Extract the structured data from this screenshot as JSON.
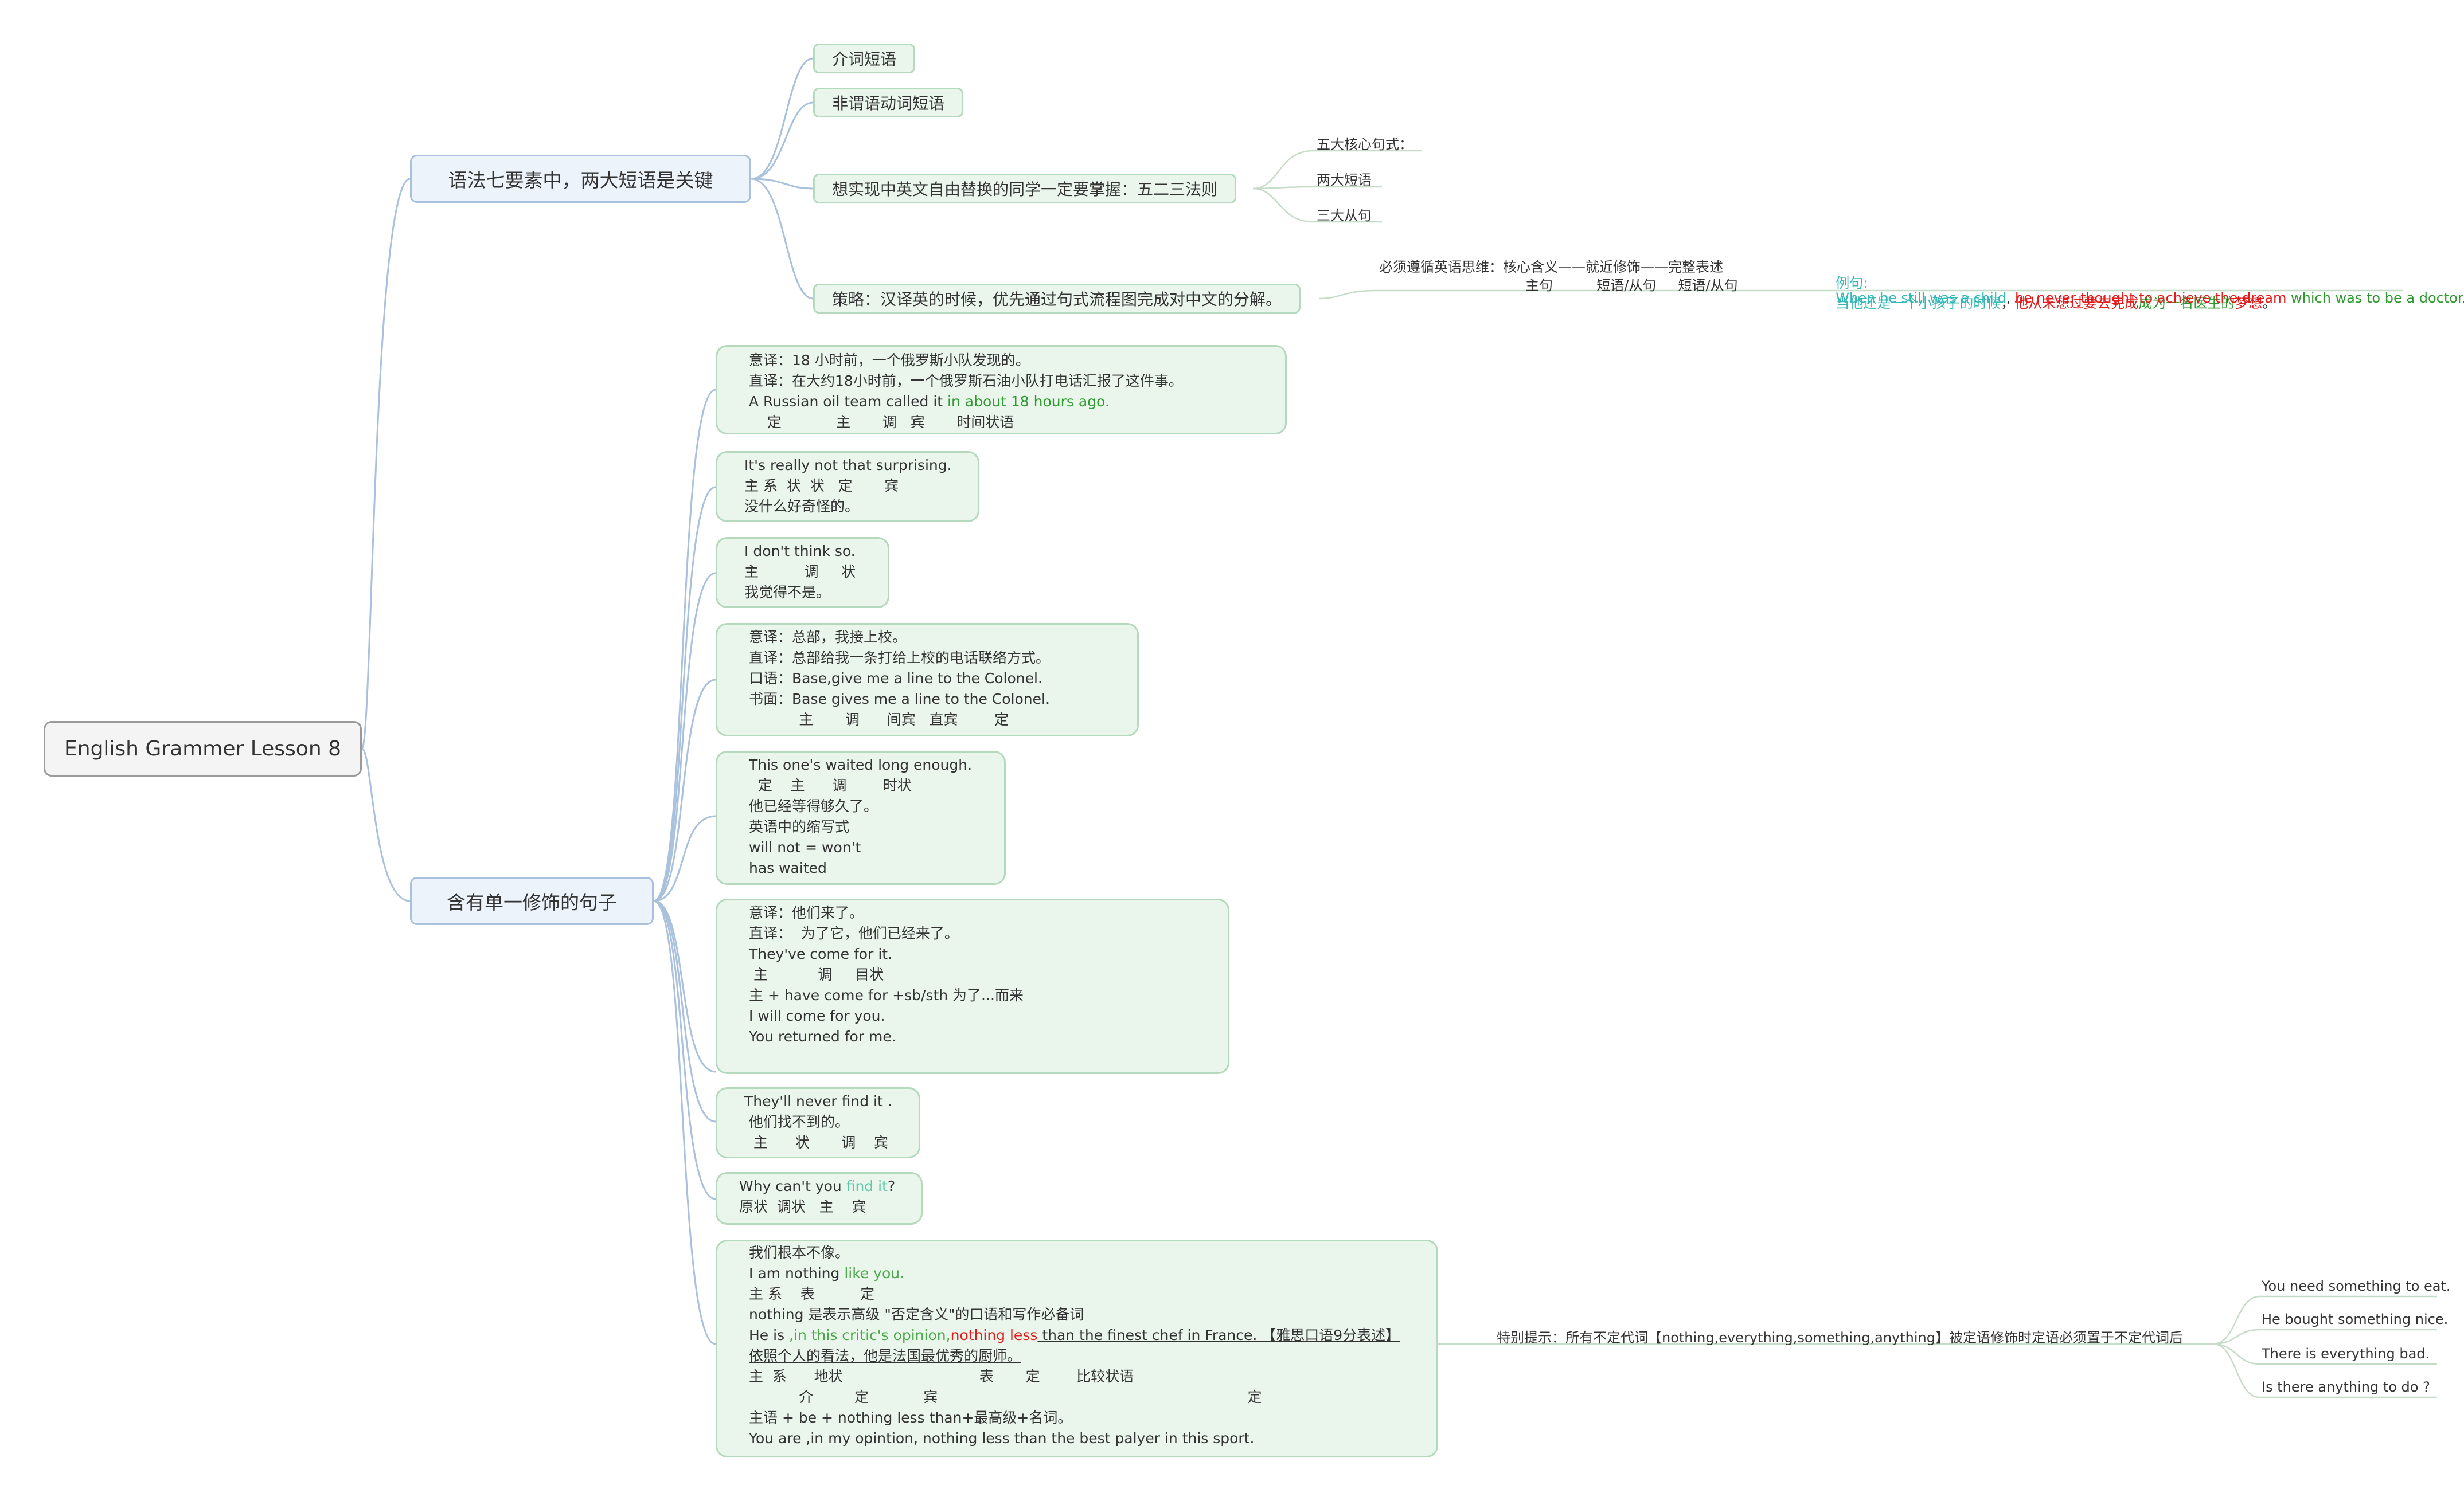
{
  "root": {
    "title": "English Grammer Lesson 8"
  },
  "branch1": {
    "title": "语法七要素中，两大短语是关键",
    "children": {
      "c1": "介词短语",
      "c2": "非谓语动词短语",
      "c3": "想实现中英文自由替换的同学一定要掌握：五二三法则",
      "c3_items": [
        "五大核心句式：",
        "两大短语",
        "三大从句"
      ],
      "c4": "策略：汉译英的时候，优先通过句式流程图完成对中文的分解。",
      "c4_note_line1": "必须遵循英语思维：核心含义——就近修饰——完整表述",
      "c4_note_line2": "主句          短语/从句     短语/从句",
      "example_zh": {
        "label": "例句:",
        "p1": "当他还是一个小孩子的时候",
        "comma": "，",
        "p2": "他从未想过要去完成",
        "p3": "成为一名医生的",
        "p4": "梦想",
        "end": "。"
      },
      "example_en": {
        "p1": "When he still was a child",
        "comma": ", ",
        "p2": "he never thought to achieve the dream",
        "p3": " which was to be a doctor",
        "end": "."
      }
    }
  },
  "branch2": {
    "title": "含有单一修饰的句子",
    "box1": {
      "l1": "意译：18 小时前，一个俄罗斯小队发现的。",
      "l2": "直译：在大约18小时前，一个俄罗斯石油小队打电话汇报了这件事。",
      "l3a": "A Russian oil team called it ",
      "l3b": "in about 18 hours ago.",
      "l4": "    定            主       调   宾       时间状语"
    },
    "box2": {
      "l1": "It's really not that surprising.",
      "l2": "主 系  状  状   定       宾",
      "l3": "没什么好奇怪的。"
    },
    "box3": {
      "l1": "I don't think so.",
      "l2": "主          调     状",
      "l3": "我觉得不是。"
    },
    "box4": {
      "l1": "意译：总部，我接上校。",
      "l2": "直译：总部给我一条打给上校的电话联络方式。",
      "l3": "口语：Base,give me a line to the Colonel.",
      "l4": "书面：Base gives me a line to the Colonel.",
      "l5": "           主       调      间宾   直宾        定"
    },
    "box5": {
      "l1": "This one's waited long enough.",
      "l2": "  定    主      调        时状",
      "l3": "他已经等得够久了。",
      "l4": "英语中的缩写式",
      "l5": "will not = won't",
      "l6": "has waited"
    },
    "box6": {
      "l1": "意译：他们来了。",
      "l2": "直译：  为了它，他们已经来了。",
      "l3": "They've come for it.",
      "l4": " 主           调     目状",
      "l5": "主 + have come for +sb/sth 为了...而来",
      "l6": "I will come for you.",
      "l7": "You returned for me."
    },
    "box7": {
      "l1": "They'll never find it .",
      "l2": " 他们找不到的。",
      "l3": "  主      状       调    宾"
    },
    "box8": {
      "l1a": "Why can't you ",
      "l1b": "find it",
      "l1c": "?",
      "l2": "原状  调状   主    宾"
    },
    "box9": {
      "l1": "我们根本不像。",
      "l2a": "I am nothing ",
      "l2b": "like you.",
      "l3": "主 系    表          定",
      "l4": "nothing 是表示高级 \"否定含义\"的口语和写作必备词",
      "l5a": "He is ",
      "l5b": ",in this critic's opinion,",
      "l5c": "nothing less",
      "l5d": " than the finest chef in France. 【雅思口语9分表述】",
      "l6": "依照个人的看法，他是法国最优秀的厨师。",
      "l7": "主  系      地状                              表       定        比较状语",
      "l8": "           介         定            宾                                                                    定",
      "l9": "主语 + be + nothing less than+最高级+名词。",
      "l10": "You are ,in my opintion, nothing less than the best palyer in this sport.",
      "tip": "特别提示：所有不定代词【nothing,everything,something,anything】被定语修饰时定语必须置于不定代词后",
      "examples": [
        "You need something to eat.",
        "He bought something nice.",
        "There is everything bad.",
        "Is there anything to do ?"
      ]
    }
  },
  "colors": {
    "line": "#a9c1dc",
    "subline": "#b5d9bd",
    "teal": "#34b7b7",
    "red": "#e51b1b",
    "green": "#2d9a2d"
  }
}
